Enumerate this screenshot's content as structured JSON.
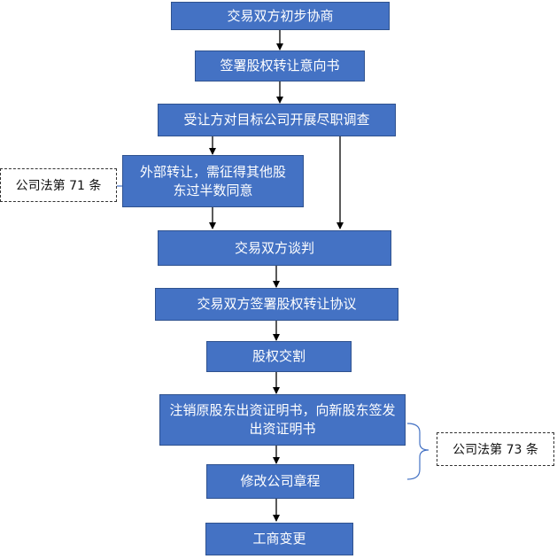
{
  "steps": [
    "交易双方初步协商",
    "签署股权转让意向书",
    "受让方对目标公司开展尽职调查",
    "外部转让，需征得其他股东过半数同意",
    "交易双方谈判",
    "交易双方签署股权转让协议",
    "股权交割",
    "注销原股东出资证明书，向新股东签发出资证明书",
    "修改公司章程",
    "工商变更"
  ],
  "notes": [
    "公司法第 71 条",
    "公司法第 73 条"
  ],
  "colors": {
    "box_fill": "#4472c4",
    "box_border": "#2f528f",
    "arrow": "#000000",
    "brace": "#4472c4"
  }
}
